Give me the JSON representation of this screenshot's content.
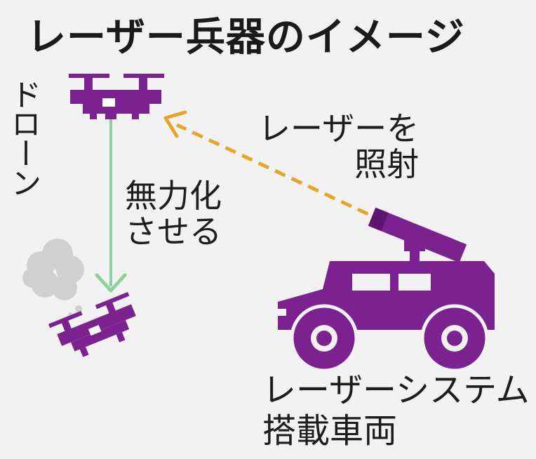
{
  "title": "レーザー兵器のイメージ",
  "labels": {
    "drone": "ドローン",
    "laser_line1": "レーザーを",
    "laser_line2": "照射",
    "neutralize_line1": "無力化",
    "neutralize_line2": "させる",
    "vehicle_line1": "レーザーシステム",
    "vehicle_line2": "搭載車両"
  },
  "colors": {
    "background": "#f2f2f2",
    "purple": "#7b2190",
    "laser": "#e6a52a",
    "arrow_green": "#8fd19a",
    "smoke": "#cfcfcf",
    "text": "#1d1d1d"
  }
}
